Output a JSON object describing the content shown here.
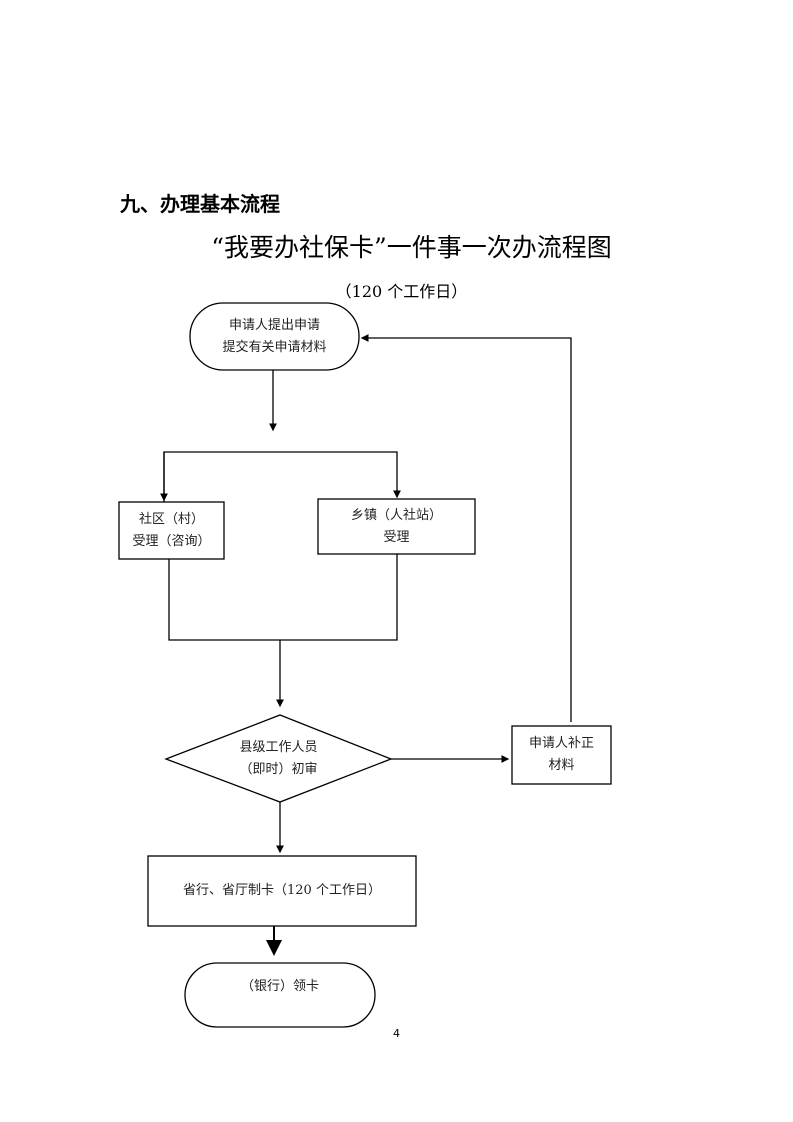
{
  "section_heading": "九、办理基本流程",
  "title": "“我要办社保卡”一件事一次办流程图",
  "subtitle": "（120 个工作日）",
  "nodes": {
    "start": {
      "line1": "申请人提出申请",
      "line2": "提交有关申请材料"
    },
    "community": {
      "line1": "社区（村）",
      "line2": "受理（咨询）"
    },
    "township": {
      "line1": "乡镇（人社站）",
      "line2": "受理"
    },
    "county_review": {
      "line1": "县级工作人员",
      "line2": "（即时）初审"
    },
    "supplement": {
      "line1": "申请人补正",
      "line2": "材料"
    },
    "card_making": {
      "line1": "省行、省厅制卡（120 个工作日）"
    },
    "end": {
      "line1": "（银行）领卡"
    }
  },
  "page_number": "4"
}
